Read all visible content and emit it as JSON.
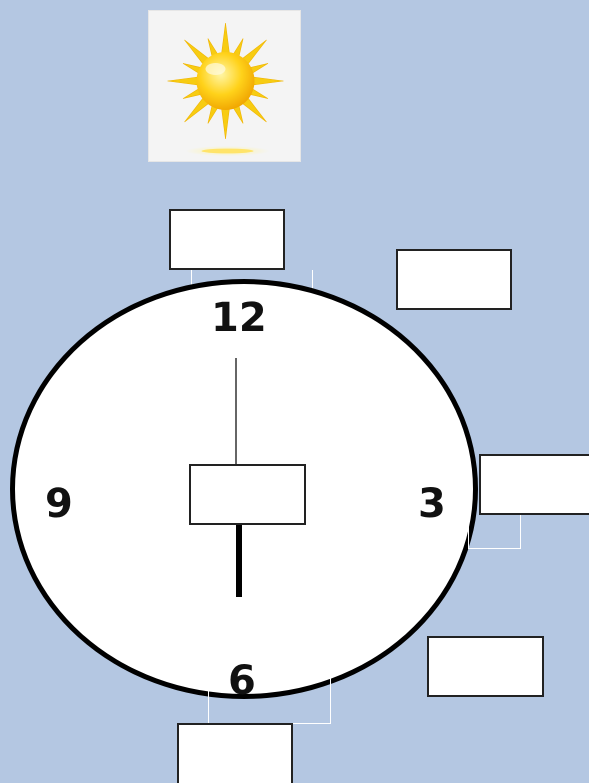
{
  "clock": {
    "numbers": {
      "twelve": "12",
      "three": "3",
      "six": "6",
      "nine": "9"
    }
  },
  "label_boxes": {
    "top": "",
    "top_right": "",
    "center": "",
    "right": "",
    "bottom_right": "",
    "bottom": ""
  },
  "icons": {
    "sun": "sun-icon"
  },
  "colors": {
    "background": "#b4c7e2",
    "clock_outline": "#000000",
    "sun": "#f5c400"
  }
}
